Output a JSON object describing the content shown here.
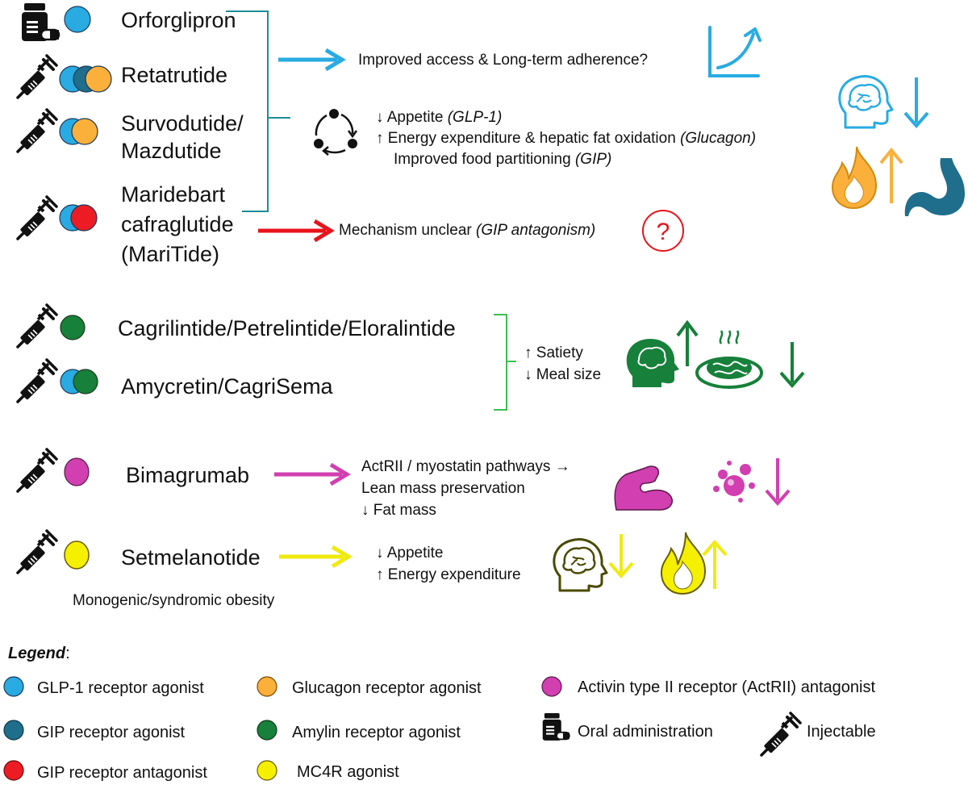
{
  "colors": {
    "glp1": "#29ABE2",
    "gip_agonist": "#1F6E8C",
    "glucagon": "#FBB03B",
    "gip_antagonist": "#ED1C24",
    "amylin": "#17803A",
    "actrii": "#D13FB0",
    "mc4r": "#F5F000",
    "teal_bracket": "#1E8C96",
    "green_bracket": "#3DBE4F",
    "blue_arrow": "#29ABE2",
    "red_arrow": "#E8141C",
    "magenta_arrow": "#D13FB0",
    "yellow_arrow": "#F0EA10",
    "stomach": "#1F6E8C"
  },
  "drugs": {
    "orforglipron": "Orforglipron",
    "retatrutide": "Retatrutide",
    "survodutide_l1": "Survodutide/",
    "survodutide_l2": "Mazdutide",
    "maritide_l1": "Maridebart",
    "maritide_l2": "cafraglutide",
    "maritide_l3": "(MariTide)",
    "cagrilintide": "Cagrilintide/Petrelintide/Eloralintide",
    "amycretin": "Amycretin/CagriSema",
    "bimagrumab": "Bimagrumab",
    "setmelanotide": "Setmelanotide",
    "setmelanotide_note": "Monogenic/syndromic obesity"
  },
  "effects": {
    "access": "Improved access & Long-term adherence?",
    "appetite_arrow": "↓ Appetite ",
    "appetite_tag": "(GLP-1)",
    "energy_arrow": "↑ Energy expenditure & hepatic fat oxidation ",
    "energy_tag": "(Glucagon)",
    "food_arrow": "Improved food partitioning ",
    "food_tag": "(GIP)",
    "mechanism": "Mechanism unclear ",
    "mechanism_tag": "(GIP antagonism)",
    "question_mark": "?",
    "satiety": "↑ Satiety",
    "meal_size": "↓ Meal size",
    "actrii_line": "ActRII / myostatin pathways →",
    "lean_mass": "Lean mass preservation",
    "fat_mass": "↓ Fat mass",
    "mc4r_appetite": "↓ Appetite",
    "mc4r_energy": "↑ Energy expenditure"
  },
  "legend": {
    "title": "Legend",
    "colon": ":",
    "glp1": "GLP-1 receptor agonist",
    "glucagon": "Glucagon receptor agonist",
    "actrii": "Activin type II receptor (ActRII) antagonist",
    "gip_agonist": "GIP receptor agonist",
    "amylin": "Amylin receptor agonist",
    "oral": "Oral administration",
    "injectable": "Injectable",
    "gip_antagonist": "GIP receptor antagonist",
    "mc4r": "MC4R agonist"
  }
}
